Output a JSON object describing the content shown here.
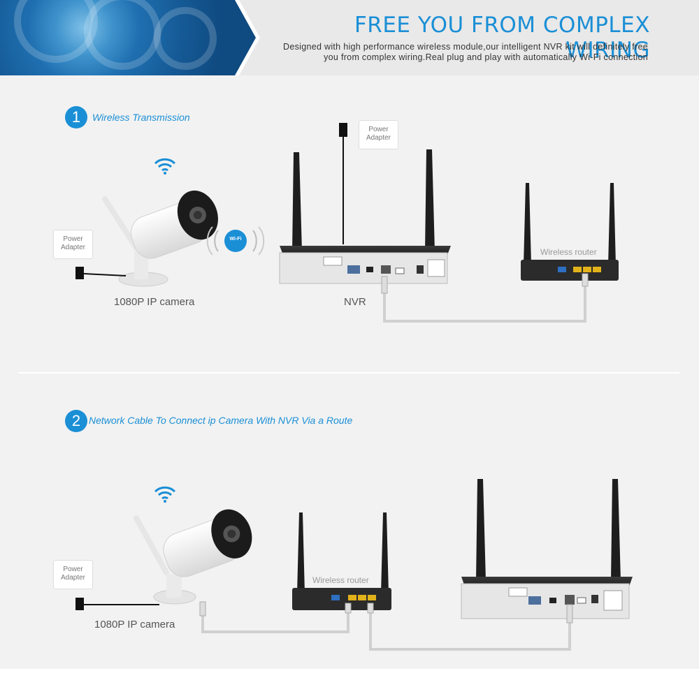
{
  "header": {
    "title": "FREE YOU FROM COMPLEX WIRING",
    "description_line1": "Designed with high performance wireless module,our intelligent NVR kit will definitely free",
    "description_line2": "you from complex wiring.Real plug and play with automatically Wi-Fi connection"
  },
  "section1": {
    "number": "1",
    "title": "Wireless Transmission",
    "camera_label": "1080P IP camera",
    "camera_adapter_line1": "Power",
    "camera_adapter_line2": "Adapter",
    "nvr_adapter_line1": "Power",
    "nvr_adapter_line2": "Adapter",
    "wifi_badge": "Wi-Fi",
    "nvr_label": "NVR",
    "router_label": "Wireless router"
  },
  "section2": {
    "number": "2",
    "title": "Network Cable To Connect ip Camera With NVR Via a Route",
    "camera_label": "1080P IP camera",
    "camera_adapter_line1": "Power",
    "camera_adapter_line2": "Adapter",
    "router_label": "Wireless router"
  },
  "colors": {
    "accent": "#1a8fd6",
    "device": "#2a2a2a",
    "cable": "#cfcfcf"
  },
  "icons": [
    "wifi-icon",
    "camera-icon",
    "nvr-icon",
    "router-icon",
    "power-plug-icon"
  ]
}
